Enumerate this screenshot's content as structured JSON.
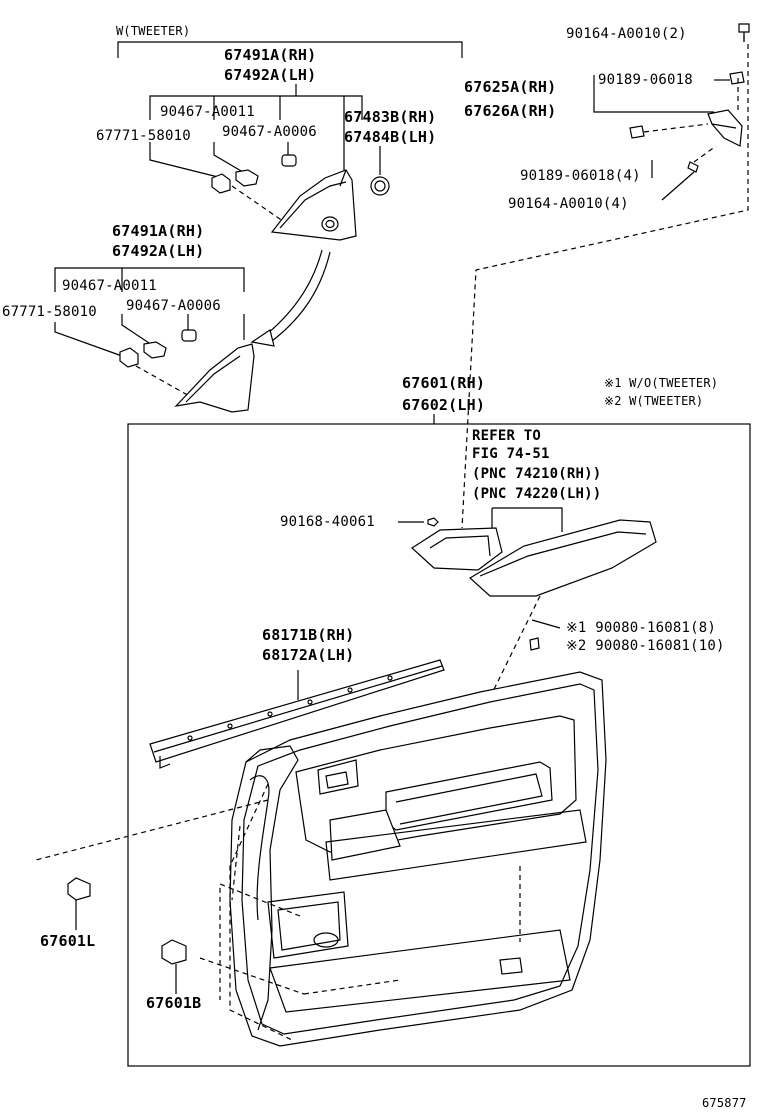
{
  "diagram": {
    "header_tweeter": "W(TWEETER)",
    "notes": {
      "note1": "※1 W/O(TWEETER)",
      "note2": "※2 W(TWEETER)"
    },
    "parts": {
      "p67491A_top": "67491A(RH)",
      "p67492A_top": "67492A(LH)",
      "p90467_A0011_top": "90467-A0011",
      "p90467_A0006_top": "90467-A0006",
      "p67771_top": "67771-58010",
      "p67483B": "67483B(RH)",
      "p67484B": "67484B(LH)",
      "p67491A_mid": "67491A(RH)",
      "p67492A_mid": "67492A(LH)",
      "p90467_A0011_mid": "90467-A0011",
      "p90467_A0006_mid": "90467-A0006",
      "p67771_mid": "67771-58010",
      "p90164_2": "90164-A0010(2)",
      "p67625A": "67625A(RH)",
      "p67626A": "67626A(RH)",
      "p90189_single": "90189-06018",
      "p90189_4": "90189-06018(4)",
      "p90164_4": "90164-A0010(4)",
      "p67601": "67601(RH)",
      "p67602": "67602(LH)",
      "refer1": "REFER TO",
      "refer2": "FIG 74-51",
      "refer3": "(PNC 74210(RH))",
      "refer4": "(PNC 74220(LH))",
      "p90168": "90168-40061",
      "p90080_8": "※1 90080-16081(8)",
      "p90080_10": "※2 90080-16081(10)",
      "p68171B": "68171B(RH)",
      "p68172A": "68172A(LH)",
      "p67601L": "67601L",
      "p67601B": "67601B"
    },
    "figure_number": "675877"
  }
}
